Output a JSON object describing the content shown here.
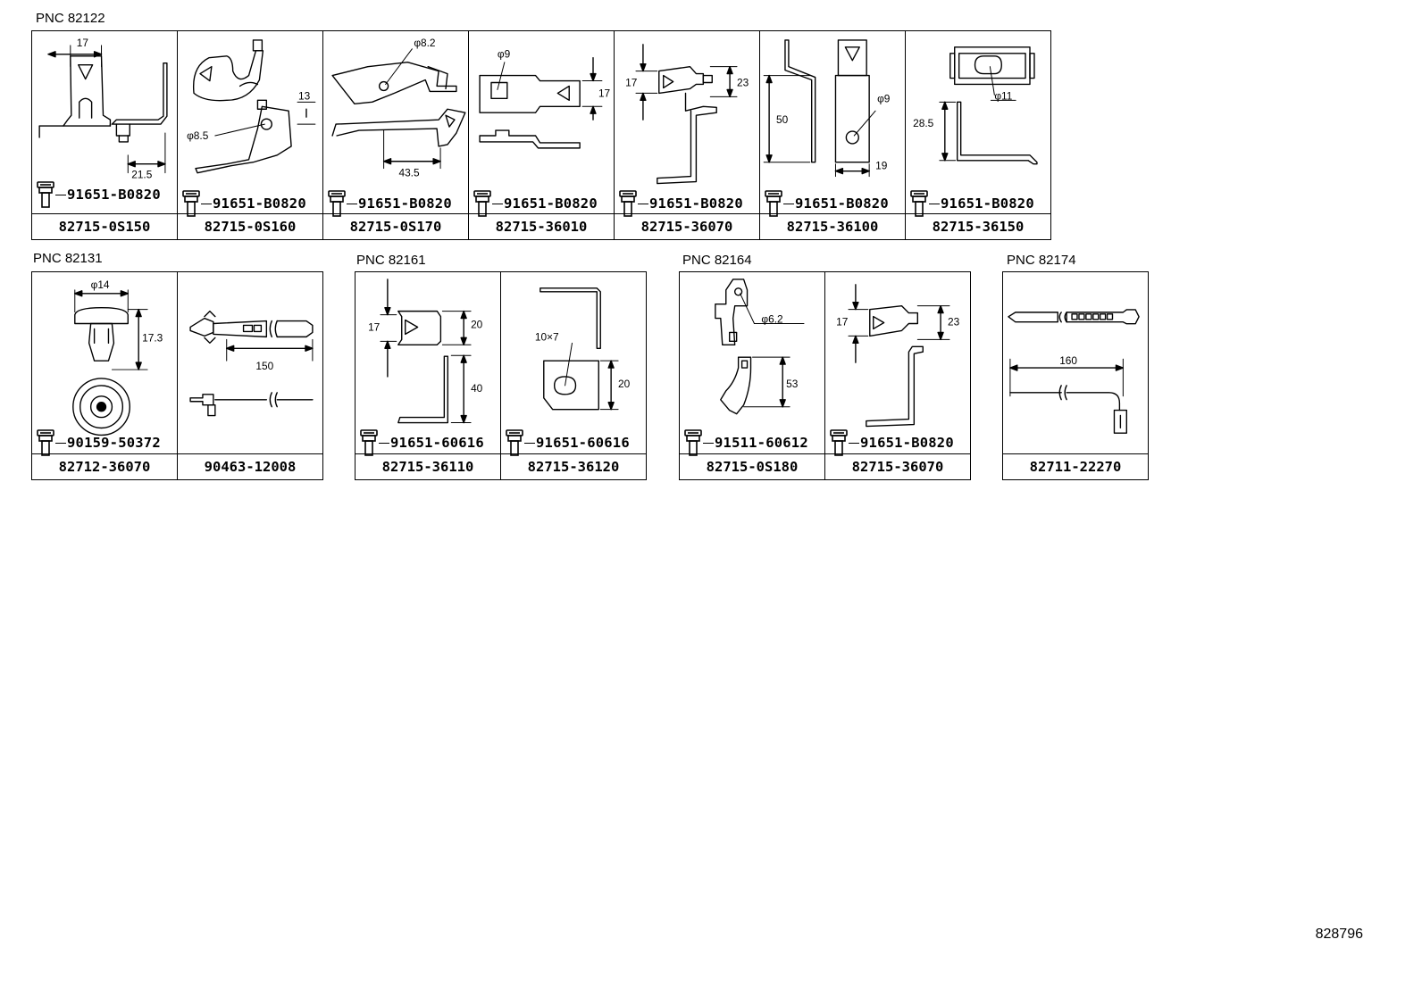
{
  "groups": [
    {
      "pnc": "PNC 82122",
      "cells": [
        {
          "dims": [
            "17",
            "21.5"
          ],
          "bolt": "91651-B0820",
          "part": "82715-0S150"
        },
        {
          "dims": [
            "13",
            "φ8.5"
          ],
          "bolt": "91651-B0820",
          "part": "82715-0S160"
        },
        {
          "dims": [
            "φ8.2",
            "43.5"
          ],
          "bolt": "91651-B0820",
          "part": "82715-0S170"
        },
        {
          "dims": [
            "φ9",
            "17"
          ],
          "bolt": "91651-B0820",
          "part": "82715-36010"
        },
        {
          "dims": [
            "17",
            "23"
          ],
          "bolt": "91651-B0820",
          "part": "82715-36070"
        },
        {
          "dims": [
            "50",
            "φ9",
            "19"
          ],
          "bolt": "91651-B0820",
          "part": "82715-36100"
        },
        {
          "dims": [
            "φ11",
            "28.5"
          ],
          "bolt": "91651-B0820",
          "part": "82715-36150"
        }
      ]
    },
    {
      "pnc": "PNC 82131",
      "cells": [
        {
          "dims": [
            "φ14",
            "17.3"
          ],
          "bolt": "90159-50372",
          "part": "82712-36070"
        },
        {
          "dims": [
            "150"
          ],
          "bolt": "",
          "part": "90463-12008"
        }
      ]
    },
    {
      "pnc": "PNC 82161",
      "cells": [
        {
          "dims": [
            "17",
            "20",
            "40"
          ],
          "bolt": "91651-60616",
          "part": "82715-36110"
        },
        {
          "dims": [
            "10×7",
            "20"
          ],
          "bolt": "91651-60616",
          "part": "82715-36120"
        }
      ]
    },
    {
      "pnc": "PNC 82164",
      "cells": [
        {
          "dims": [
            "φ6.2",
            "53"
          ],
          "bolt": "91511-60612",
          "part": "82715-0S180"
        },
        {
          "dims": [
            "17",
            "23"
          ],
          "bolt": "91651-B0820",
          "part": "82715-36070"
        }
      ]
    },
    {
      "pnc": "PNC 82174",
      "cells": [
        {
          "dims": [
            "160"
          ],
          "bolt": "",
          "part": "82711-22270"
        }
      ]
    }
  ],
  "reference": "828796"
}
